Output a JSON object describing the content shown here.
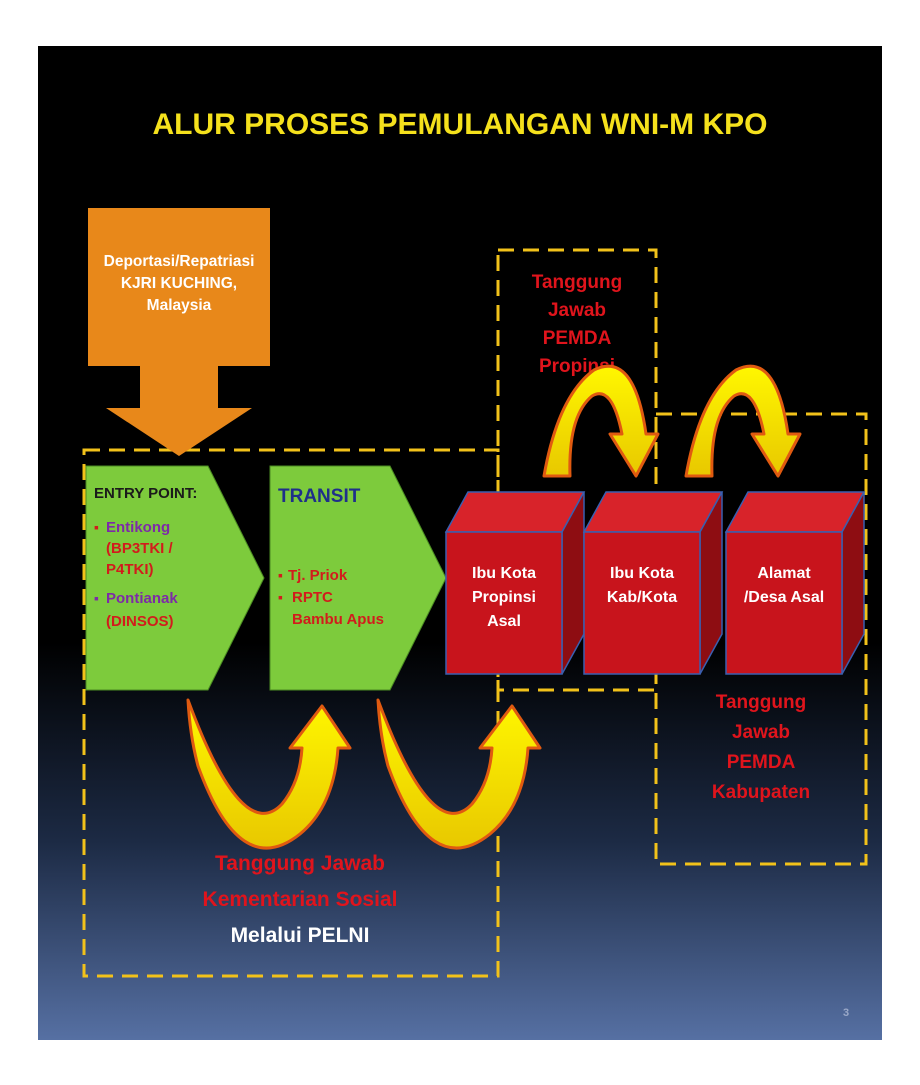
{
  "title": "ALUR PROSES PEMULANGAN WNI-M KPO",
  "source_box": {
    "lines": [
      "Deportasi/Repatriasi",
      "KJRI KUCHING,",
      "Malaysia"
    ]
  },
  "entry_point": {
    "heading": "ENTRY POINT:",
    "items": [
      "Entikong",
      "(BP3TKI /",
      "P4TKI)",
      "Pontianak",
      "(DINSOS)"
    ]
  },
  "transit": {
    "heading": "TRANSIT",
    "items": [
      "Tj.  Priok",
      "RPTC",
      "Bambu Apus"
    ]
  },
  "cubes": [
    {
      "lines": [
        "Ibu Kota",
        "Propinsi",
        "Asal"
      ]
    },
    {
      "lines": [
        "Ibu Kota",
        "Kab/Kota"
      ]
    },
    {
      "lines": [
        "Alamat",
        "/Desa Asal"
      ]
    }
  ],
  "responsibility": {
    "propinsi": [
      "Tanggung",
      "Jawab",
      "PEMDA",
      "Propinsi"
    ],
    "kabupaten": [
      "Tanggung",
      "Jawab",
      "PEMDA",
      "Kabupaten"
    ],
    "sosial": [
      "Tanggung Jawab",
      "Kementarian Sosial"
    ],
    "via": "Melalui PELNI"
  },
  "page_number": "3",
  "colors": {
    "title": "#f5e11c",
    "orange": "#e8881a",
    "green": "#7dcb3c",
    "cube_front": "#c8141c",
    "dash": "#f2c21a",
    "red_text": "#e0141c",
    "arrow_fill": "#f8f000",
    "arrow_outline": "#e05a10"
  }
}
